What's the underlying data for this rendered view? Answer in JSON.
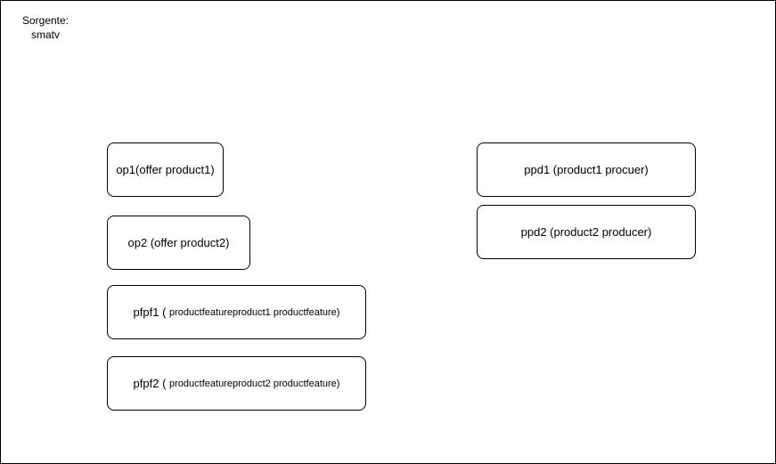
{
  "source": {
    "line1": "Sorgente:",
    "line2": "smatv"
  },
  "nodes": {
    "op1": {
      "label": "op1(offer product1)"
    },
    "op2": {
      "label": "op2 (offer product2)"
    },
    "pfpf1": {
      "prefix": "pfpf1 (",
      "detail": "productfeatureproduct1 productfeature)"
    },
    "pfpf2": {
      "prefix": "pfpf2 (",
      "detail": "productfeatureproduct2 productfeature)"
    },
    "ppd1": {
      "label": "ppd1 (product1 procuer)"
    },
    "ppd2": {
      "label": "ppd2 (product2 producer)"
    }
  }
}
